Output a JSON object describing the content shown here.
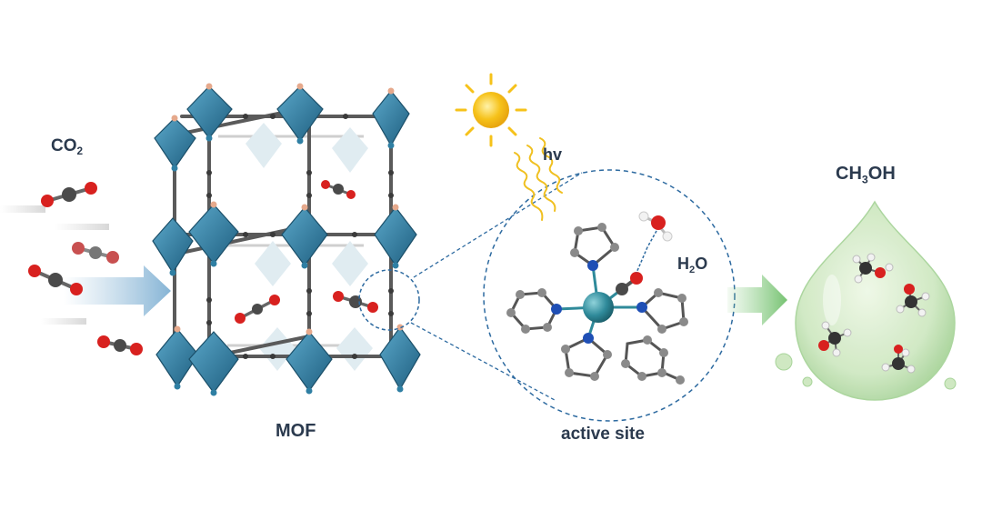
{
  "labels": {
    "co2": {
      "main": "CO",
      "sub": "2"
    },
    "hv": "hv",
    "h2o": {
      "a": "H",
      "sub": "2",
      "b": "O"
    },
    "ch3oh": {
      "a": "CH",
      "sub": "3",
      "b": "OH"
    },
    "mof": "MOF",
    "active_site": "active site"
  },
  "colors": {
    "label": "#2b3a4e",
    "octahedron": "#2f7fa3",
    "octahedron_light": "#a9c9d8",
    "oxygen": "#d8211f",
    "carbon": "#4a4a4a",
    "nitrogen": "#1f4fb5",
    "metal_center": "#2f8a9a",
    "hydrogen": "#f2f2f2",
    "sun": "#f6c21a",
    "droplet": "#cfe8c2",
    "arrow_blue": "#9ec3dd",
    "arrow_green": "#8fcf8a",
    "dashed": "#2d6aa0"
  },
  "icons": [
    "sun-icon",
    "light-wave-icon",
    "co2-molecule-icon",
    "water-molecule-icon",
    "methanol-molecule-icon",
    "mof-framework-icon",
    "metal-complex-icon",
    "droplet-icon"
  ]
}
